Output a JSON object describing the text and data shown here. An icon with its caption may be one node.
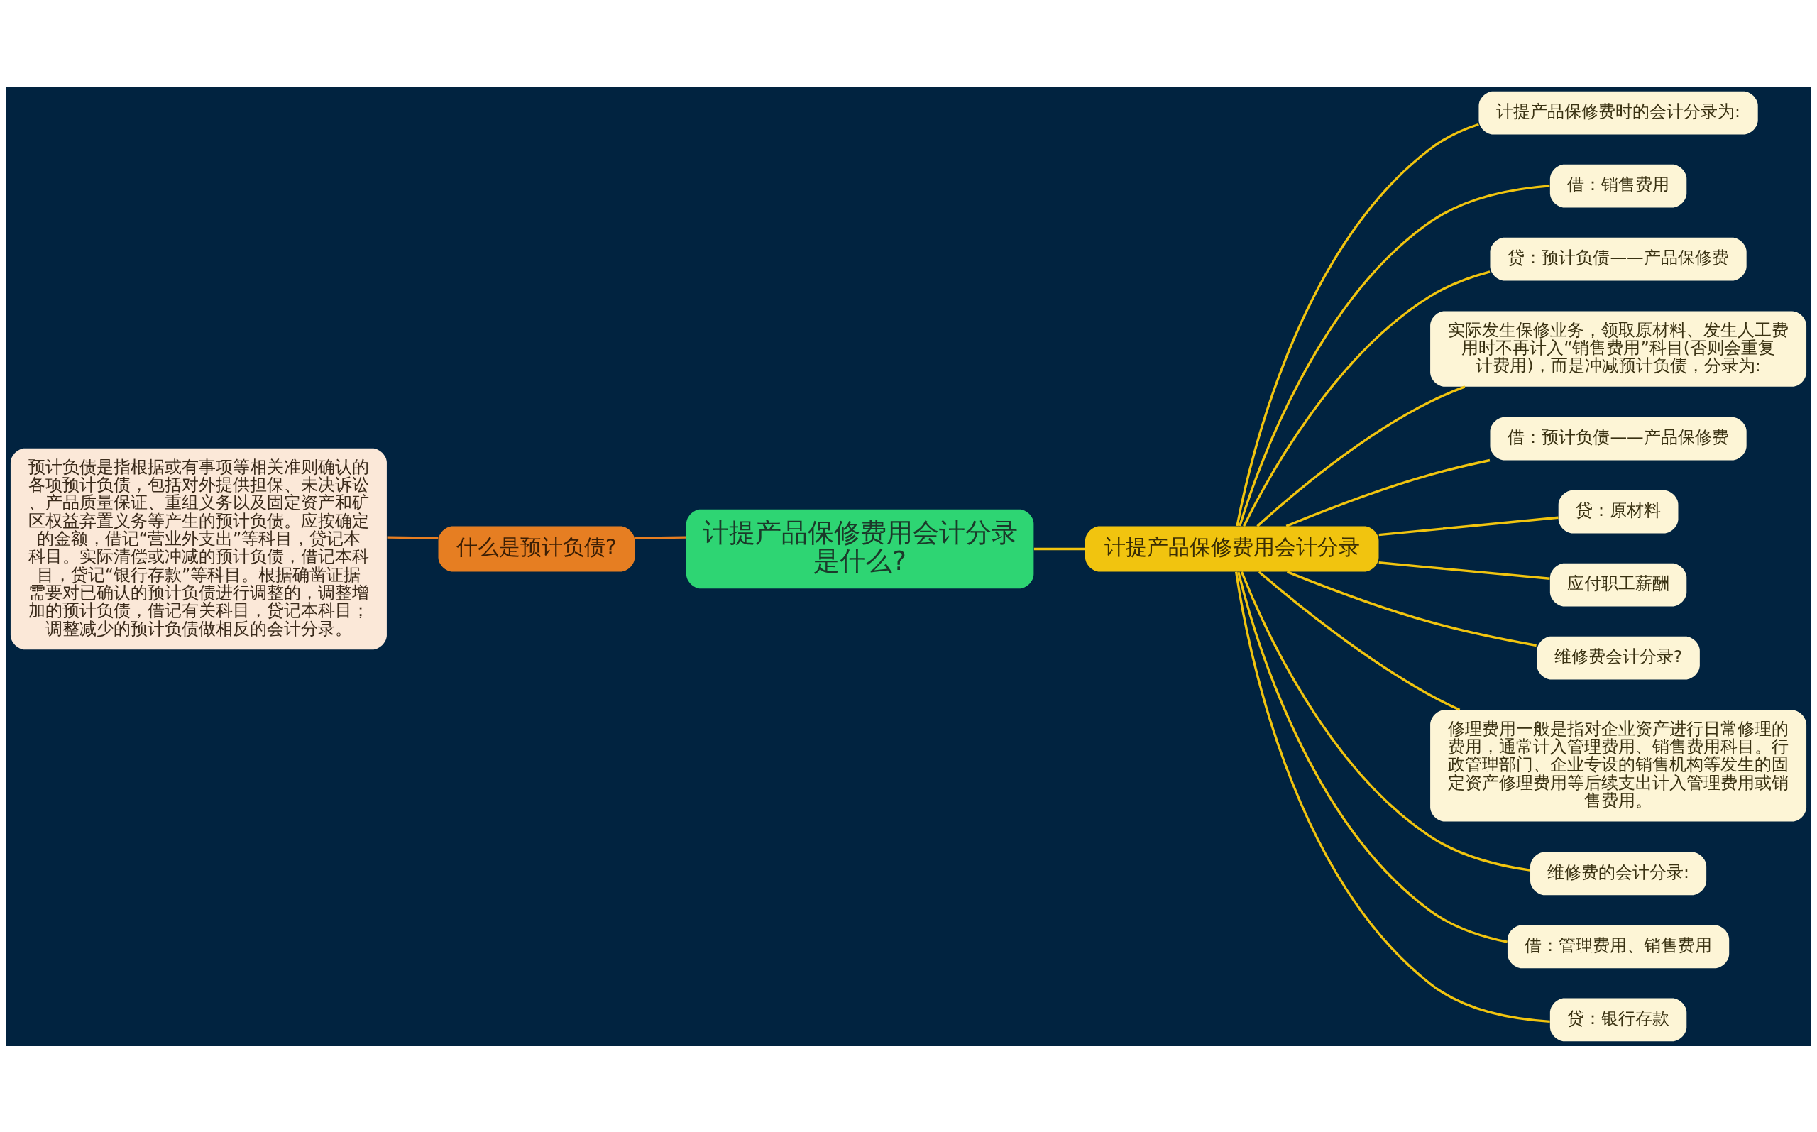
{
  "diagram": {
    "nodes": [
      {
        "text": [
          "计提产品保修费用会计分录是什么?"
        ]
      },
      {
        "text": [
          "什么是预计负债?"
        ]
      },
      {
        "text": [
          "预计负债是指根据或有事项等相关准则确认的各项预计负债，包括对外提供担保、未决诉讼、产品质量保证、重组义务以及固定资产和矿区权益弃置义务等产生的预计负债。应按确定的金额，借记“营业外支出”等科目，贷记本科目。实际清偿或冲减的预计负债，借记本科目，贷记“银行存款”等科目。根据确凿证据需要对已确认的预计负债进行调整的，调整增加的预计负债，借记有关科目，贷记本科目；调整减少的预计负债做相反的会计分录。"
        ]
      },
      {
        "text": [
          "计提产品保修费用会计分录"
        ]
      },
      {
        "text": [
          "计提产品保修费时的会计分录为:"
        ]
      },
      {
        "text": [
          "借：销售费用"
        ]
      },
      {
        "text": [
          "贷：预计负债——产品保修费"
        ]
      },
      {
        "text": [
          "实际发生保修业务，领取原材料、发生人工费用时不再计入“销售费用”科目(否则会重复计费用)，而是冲减预计负债，分录为:"
        ]
      },
      {
        "text": [
          "借：预计负债——产品保修费"
        ]
      },
      {
        "text": [
          "贷：原材料"
        ]
      },
      {
        "text": [
          "应付职工薪酬"
        ]
      },
      {
        "text": [
          "维修费会计分录?"
        ]
      },
      {
        "text": [
          "修理费用一般是指对企业资产进行日常修理的费用，通常计入管理费用、销售费用科目。行政管理部门、企业专设的销售机构等发生的固定资产修理费用等后续支出计入管理费用或销售费用。"
        ]
      },
      {
        "text": [
          "维修费的会计分录:"
        ]
      },
      {
        "text": [
          "借：管理费用、销售费用"
        ]
      },
      {
        "text": [
          "贷：银行存款"
        ]
      }
    ],
    "edges": [
      {
        "from": 0,
        "to": 1,
        "arrow": "none",
        "color": "#e67e22"
      },
      {
        "from": 1,
        "to": 2,
        "arrow": "none",
        "color": "#e67e22"
      },
      {
        "from": 0,
        "to": 3,
        "arrow": "none"
      },
      {
        "from": 3,
        "to": 4,
        "arrow": "none"
      },
      {
        "from": 3,
        "to": 5,
        "arrow": "none"
      },
      {
        "from": 3,
        "to": 6,
        "arrow": "none"
      },
      {
        "from": 3,
        "to": 7,
        "arrow": "none"
      },
      {
        "from": 3,
        "to": 8,
        "arrow": "none"
      },
      {
        "from": 3,
        "to": 9,
        "arrow": "none"
      },
      {
        "from": 3,
        "to": 10,
        "arrow": "none"
      },
      {
        "from": 3,
        "to": 11,
        "arrow": "none"
      },
      {
        "from": 3,
        "to": 12,
        "arrow": "none"
      },
      {
        "from": 3,
        "to": 13,
        "arrow": "none"
      },
      {
        "from": 3,
        "to": 14,
        "arrow": "none"
      },
      {
        "from": 3,
        "to": 15,
        "arrow": "none"
      }
    ]
  }
}
